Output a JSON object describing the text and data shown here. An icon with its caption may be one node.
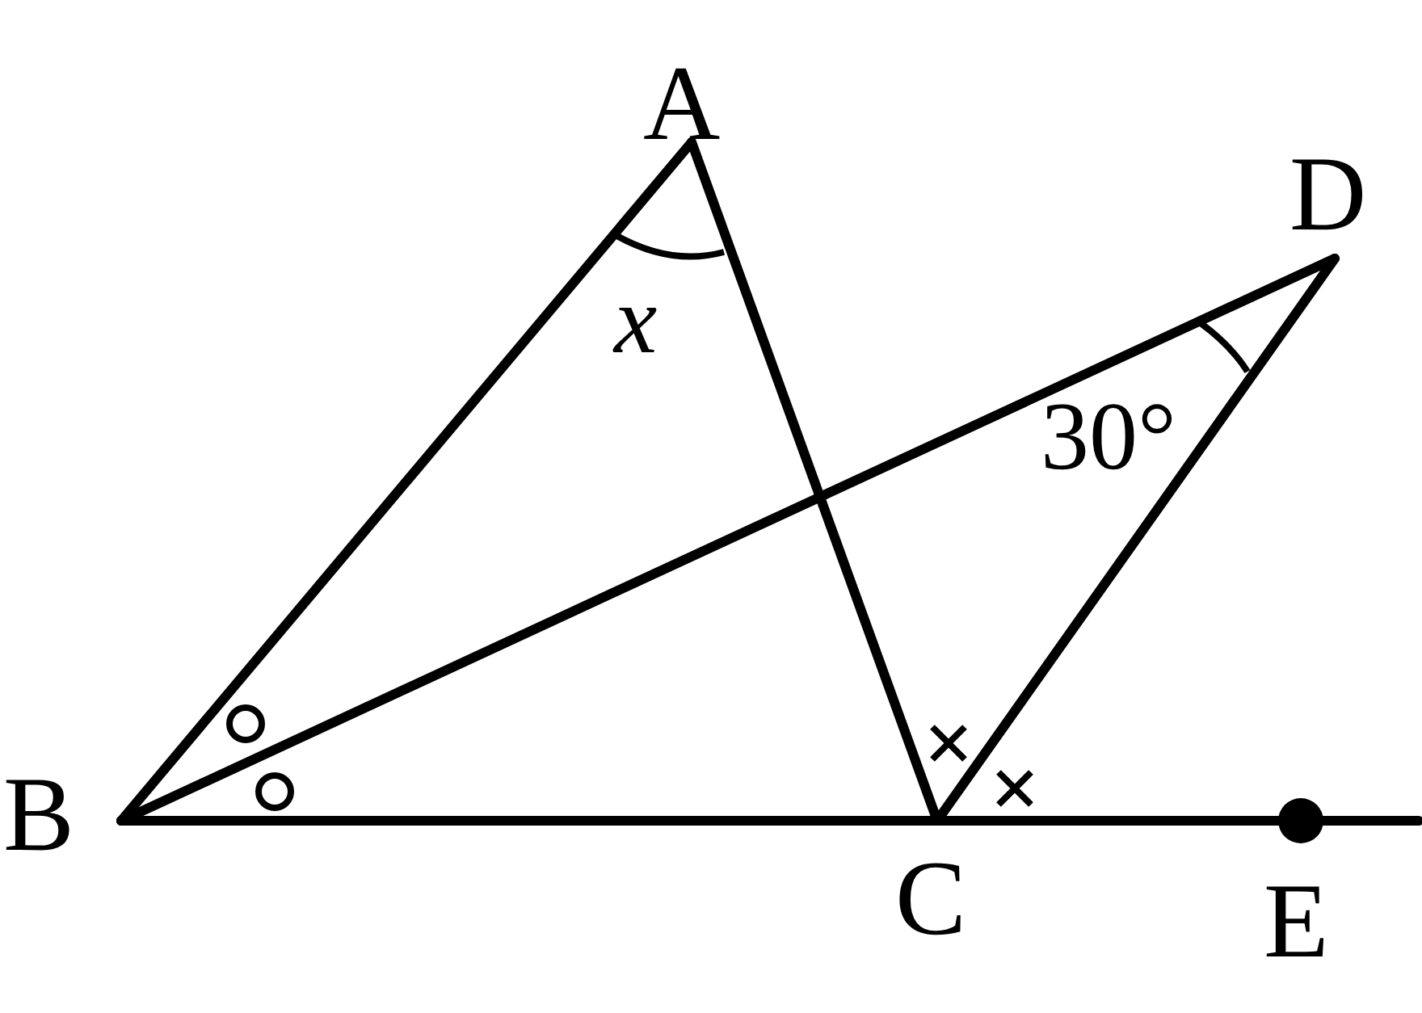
{
  "diagram": {
    "nodes": [
      {
        "text": [
          "A"
        ]
      },
      {
        "text": [
          "B"
        ]
      },
      {
        "text": [
          "C"
        ]
      },
      {
        "text": [
          "D"
        ]
      },
      {
        "text": [
          "E"
        ]
      }
    ],
    "edges": [
      {
        "from": 0,
        "to": 1,
        "arrow": "none"
      },
      {
        "from": 0,
        "to": 2,
        "arrow": "none"
      },
      {
        "from": 1,
        "to": 3,
        "arrow": "none"
      },
      {
        "from": 3,
        "to": 2,
        "arrow": "none"
      },
      {
        "from": 1,
        "to": 2,
        "arrow": "none"
      },
      {
        "from": 2,
        "to": 4,
        "arrow": "none"
      },
      {
        "from": 4,
        "to": null,
        "arrow": "none"
      }
    ],
    "labels": [
      "x",
      "30°"
    ]
  }
}
